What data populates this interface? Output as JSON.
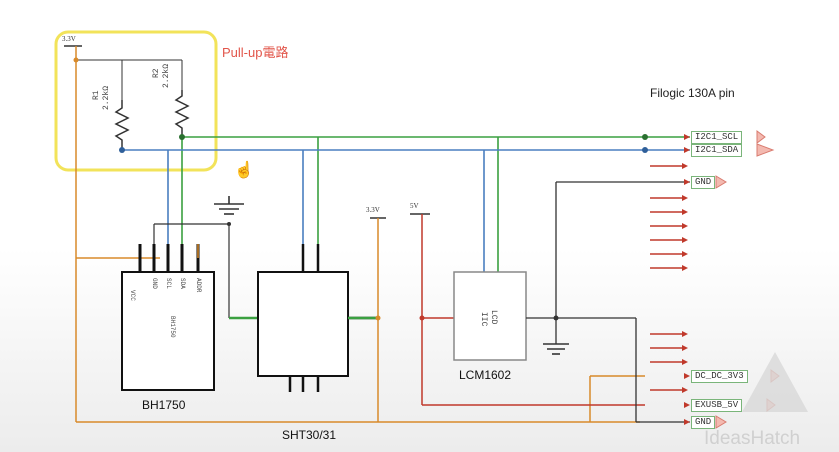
{
  "annotation": {
    "pullup_label": "Pull-up電路"
  },
  "header": {
    "mcu_title": "Filogic 130A pin"
  },
  "rails": {
    "v33_top": "3.3V",
    "v33_mid": "3.3V",
    "v5": "5V"
  },
  "resistors": [
    {
      "ref": "R1",
      "value": "2.2kΩ"
    },
    {
      "ref": "R2",
      "value": "2.2kΩ"
    }
  ],
  "pins": {
    "scl": "I2C1_SCL",
    "sda": "I2C1_SDA",
    "gnd_top": "GND",
    "dc_3v3": "DC_DC_3V3",
    "exusb_5v": "EXUSB_5V",
    "gnd_bottom": "GND"
  },
  "chips": {
    "bh1750": {
      "name": "BH1750",
      "pins": [
        "VCC",
        "GND",
        "SCL",
        "SDA",
        "ADDR"
      ]
    },
    "sht": {
      "name": "SHT30/31"
    },
    "lcm": {
      "name": "LCM1602",
      "inner": "LCD",
      "inner2": "IIC"
    }
  },
  "watermark": "IdeasHatch",
  "colors": {
    "scl": "#3aa040",
    "sda": "#4a7fc0",
    "power": "#d88a2a",
    "vcc5": "#c0392b",
    "gnd": "#333333",
    "highlight": "#f2e35a"
  }
}
